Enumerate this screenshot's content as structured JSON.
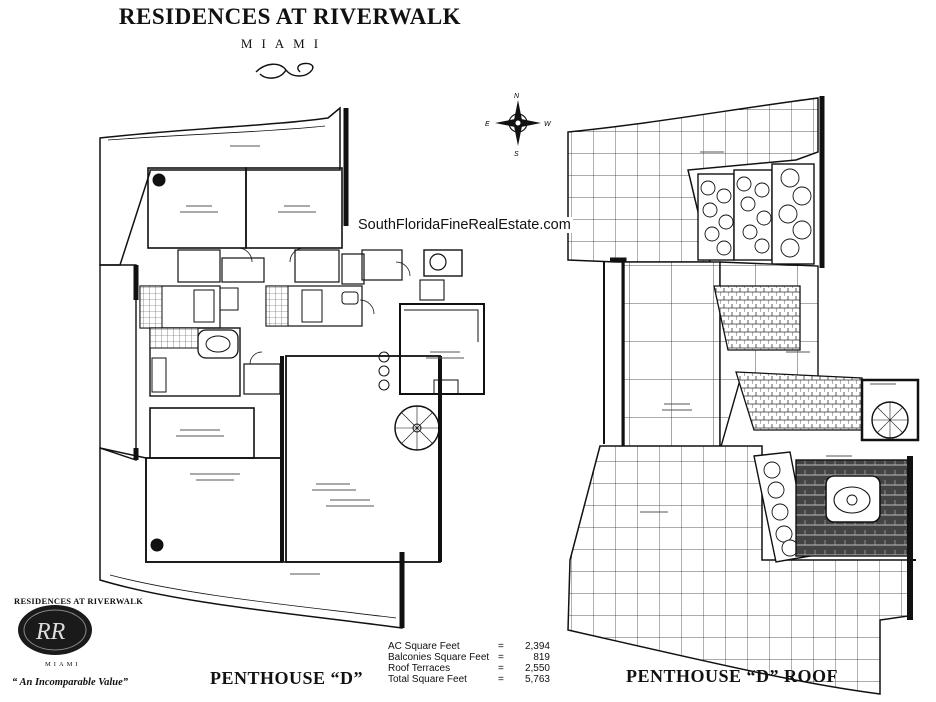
{
  "header": {
    "title": "RESIDENCES AT RIVERWALK",
    "subtitle": "MIAMI"
  },
  "watermark": "SouthFloridaFineRealEstate.com",
  "compass": {
    "n": "N",
    "s": "S",
    "e": "E",
    "w": "W"
  },
  "plans": {
    "penthouse": "PENTHOUSE “D”",
    "roof": "PENTHOUSE “D” ROOF"
  },
  "stats": [
    {
      "label": "AC Square Feet",
      "eq": "=",
      "value": "2,394"
    },
    {
      "label": "Balconies Square Feet",
      "eq": "=",
      "value": "819"
    },
    {
      "label": "Roof Terraces",
      "eq": "=",
      "value": "2,550"
    },
    {
      "label": "Total Square Feet",
      "eq": "=",
      "value": "5,763"
    }
  ],
  "logo": {
    "top": "RESIDENCES AT RIVERWALK",
    "monogram": "RR",
    "city": "MIAMI",
    "tagline": "“ An Incomparable Value”"
  },
  "colors": {
    "ink": "#111111",
    "paper": "#ffffff"
  }
}
